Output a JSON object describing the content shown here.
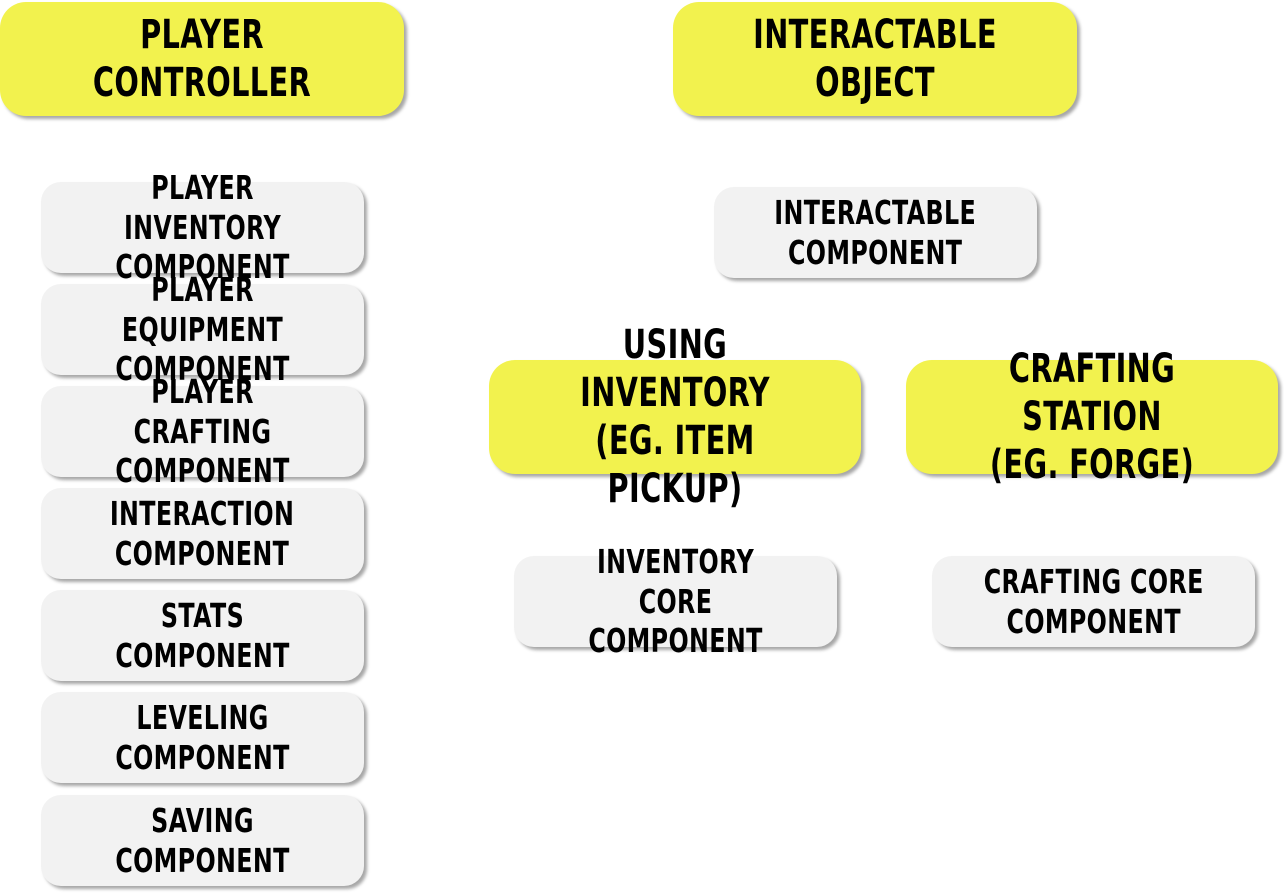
{
  "colors": {
    "primary_fill": "#f2f24e",
    "secondary_fill": "#f2f2f2",
    "text": "#000000"
  },
  "nodes": {
    "player_controller": "PLAYER CONTROLLER",
    "player_inventory_component": "PLAYER INVENTORY\nCOMPONENT",
    "player_equipment_component": "PLAYER EQUIPMENT\nCOMPONENT",
    "player_crafting_component": "PLAYER CRAFTING\nCOMPONENT",
    "interaction_component": "INTERACTION\nCOMPONENT",
    "stats_component": "STATS COMPONENT",
    "leveling_component": "LEVELING COMPONENT",
    "saving_component": "SAVING COMPONENT",
    "interactable_object": "INTERACTABLE OBJECT",
    "interactable_component": "INTERACTABLE\nCOMPONENT",
    "using_inventory": "USING INVENTORY\n(EG. ITEM PICKUP)",
    "crafting_station": "CRAFTING STATION\n(EG. FORGE)",
    "inventory_core_component": "INVENTORY CORE\nCOMPONENT",
    "crafting_core_component": "CRAFTING CORE\nCOMPONENT"
  }
}
